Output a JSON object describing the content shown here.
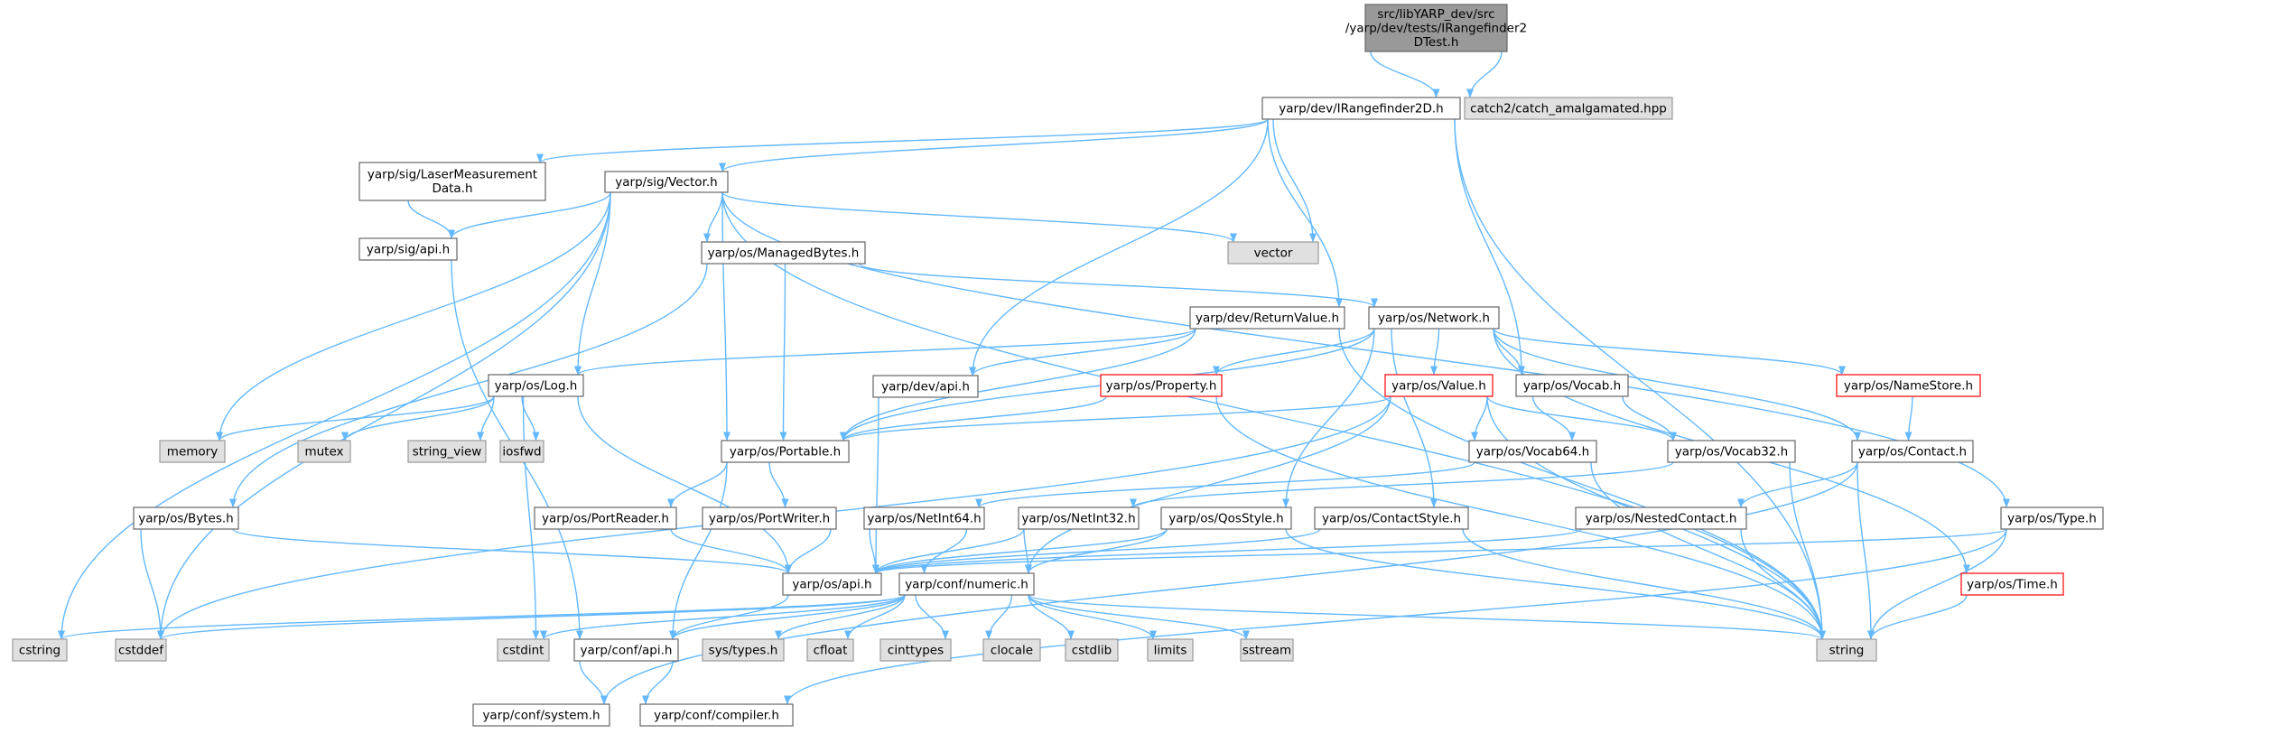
{
  "title": "src/libYARP_dev/src/yarp/dev/tests/IRangefinder2DTest.h",
  "colors": {
    "edge": "#63b8ff",
    "root_fill": "#999999",
    "root_stroke": "#666666",
    "node_fill": "#ffffff",
    "node_stroke": "#666666",
    "truncated_stroke": "#ff0000",
    "external_fill": "#e0e0e0",
    "external_stroke": "#999999"
  },
  "nodes": [
    {
      "id": "root",
      "lines": [
        "src/libYARP_dev/src",
        "/yarp/dev/tests/IRangefinder2",
        "DTest.h"
      ],
      "kind": "root"
    },
    {
      "id": "irf",
      "lines": [
        "yarp/dev/IRangefinder2D.h"
      ],
      "kind": "normal"
    },
    {
      "id": "catch",
      "lines": [
        "catch2/catch_amalgamated.hpp"
      ],
      "kind": "external"
    },
    {
      "id": "laser",
      "lines": [
        "yarp/sig/LaserMeasurement",
        "Data.h"
      ],
      "kind": "normal"
    },
    {
      "id": "vec",
      "lines": [
        "yarp/sig/Vector.h"
      ],
      "kind": "normal"
    },
    {
      "id": "vector",
      "lines": [
        "vector"
      ],
      "kind": "external"
    },
    {
      "id": "sigapi",
      "lines": [
        "yarp/sig/api.h"
      ],
      "kind": "normal"
    },
    {
      "id": "mbytes",
      "lines": [
        "yarp/os/ManagedBytes.h"
      ],
      "kind": "normal"
    },
    {
      "id": "retval",
      "lines": [
        "yarp/dev/ReturnValue.h"
      ],
      "kind": "normal"
    },
    {
      "id": "network",
      "lines": [
        "yarp/os/Network.h"
      ],
      "kind": "normal"
    },
    {
      "id": "log",
      "lines": [
        "yarp/os/Log.h"
      ],
      "kind": "normal"
    },
    {
      "id": "devapi",
      "lines": [
        "yarp/dev/api.h"
      ],
      "kind": "normal"
    },
    {
      "id": "property",
      "lines": [
        "yarp/os/Property.h"
      ],
      "kind": "truncated"
    },
    {
      "id": "value",
      "lines": [
        "yarp/os/Value.h"
      ],
      "kind": "truncated"
    },
    {
      "id": "vocab",
      "lines": [
        "yarp/os/Vocab.h"
      ],
      "kind": "normal"
    },
    {
      "id": "namestore",
      "lines": [
        "yarp/os/NameStore.h"
      ],
      "kind": "truncated"
    },
    {
      "id": "memory",
      "lines": [
        "memory"
      ],
      "kind": "external"
    },
    {
      "id": "mutex",
      "lines": [
        "mutex"
      ],
      "kind": "external"
    },
    {
      "id": "strview",
      "lines": [
        "string_view"
      ],
      "kind": "external"
    },
    {
      "id": "iosfwd",
      "lines": [
        "iosfwd"
      ],
      "kind": "external"
    },
    {
      "id": "portable",
      "lines": [
        "yarp/os/Portable.h"
      ],
      "kind": "normal"
    },
    {
      "id": "vocab64",
      "lines": [
        "yarp/os/Vocab64.h"
      ],
      "kind": "normal"
    },
    {
      "id": "vocab32",
      "lines": [
        "yarp/os/Vocab32.h"
      ],
      "kind": "normal"
    },
    {
      "id": "contact",
      "lines": [
        "yarp/os/Contact.h"
      ],
      "kind": "normal"
    },
    {
      "id": "bytes",
      "lines": [
        "yarp/os/Bytes.h"
      ],
      "kind": "normal"
    },
    {
      "id": "preader",
      "lines": [
        "yarp/os/PortReader.h"
      ],
      "kind": "normal"
    },
    {
      "id": "pwriter",
      "lines": [
        "yarp/os/PortWriter.h"
      ],
      "kind": "normal"
    },
    {
      "id": "ni64",
      "lines": [
        "yarp/os/NetInt64.h"
      ],
      "kind": "normal"
    },
    {
      "id": "ni32",
      "lines": [
        "yarp/os/NetInt32.h"
      ],
      "kind": "normal"
    },
    {
      "id": "qos",
      "lines": [
        "yarp/os/QosStyle.h"
      ],
      "kind": "normal"
    },
    {
      "id": "cstyle",
      "lines": [
        "yarp/os/ContactStyle.h"
      ],
      "kind": "normal"
    },
    {
      "id": "ncontact",
      "lines": [
        "yarp/os/NestedContact.h"
      ],
      "kind": "normal"
    },
    {
      "id": "type",
      "lines": [
        "yarp/os/Type.h"
      ],
      "kind": "normal"
    },
    {
      "id": "osapi",
      "lines": [
        "yarp/os/api.h"
      ],
      "kind": "normal"
    },
    {
      "id": "numeric",
      "lines": [
        "yarp/conf/numeric.h"
      ],
      "kind": "normal"
    },
    {
      "id": "time",
      "lines": [
        "yarp/os/Time.h"
      ],
      "kind": "truncated"
    },
    {
      "id": "cstring",
      "lines": [
        "cstring"
      ],
      "kind": "external"
    },
    {
      "id": "cstddef",
      "lines": [
        "cstddef"
      ],
      "kind": "external"
    },
    {
      "id": "cstdint",
      "lines": [
        "cstdint"
      ],
      "kind": "external"
    },
    {
      "id": "confapi",
      "lines": [
        "yarp/conf/api.h"
      ],
      "kind": "normal"
    },
    {
      "id": "systypes",
      "lines": [
        "sys/types.h"
      ],
      "kind": "external"
    },
    {
      "id": "cfloat",
      "lines": [
        "cfloat"
      ],
      "kind": "external"
    },
    {
      "id": "cinttypes",
      "lines": [
        "cinttypes"
      ],
      "kind": "external"
    },
    {
      "id": "clocale",
      "lines": [
        "clocale"
      ],
      "kind": "external"
    },
    {
      "id": "cstdlib",
      "lines": [
        "cstdlib"
      ],
      "kind": "external"
    },
    {
      "id": "limits",
      "lines": [
        "limits"
      ],
      "kind": "external"
    },
    {
      "id": "sstream",
      "lines": [
        "sstream"
      ],
      "kind": "external"
    },
    {
      "id": "string",
      "lines": [
        "string"
      ],
      "kind": "external"
    },
    {
      "id": "system",
      "lines": [
        "yarp/conf/system.h"
      ],
      "kind": "normal"
    },
    {
      "id": "compiler",
      "lines": [
        "yarp/conf/compiler.h"
      ],
      "kind": "normal"
    }
  ],
  "edges": [
    [
      "root",
      "irf"
    ],
    [
      "root",
      "catch"
    ],
    [
      "irf",
      "laser"
    ],
    [
      "irf",
      "vec"
    ],
    [
      "irf",
      "vector"
    ],
    [
      "irf",
      "retval"
    ],
    [
      "irf",
      "vocab"
    ],
    [
      "irf",
      "devapi"
    ],
    [
      "irf",
      "string"
    ],
    [
      "laser",
      "sigapi"
    ],
    [
      "vec",
      "cstring"
    ],
    [
      "vec",
      "cstddef"
    ],
    [
      "vec",
      "vector"
    ],
    [
      "vec",
      "sigapi"
    ],
    [
      "vec",
      "mbytes"
    ],
    [
      "vec",
      "log"
    ],
    [
      "vec",
      "memory"
    ],
    [
      "vec",
      "portable"
    ],
    [
      "vec",
      "type"
    ],
    [
      "vec",
      "string"
    ],
    [
      "sigapi",
      "confapi"
    ],
    [
      "mbytes",
      "bytes"
    ],
    [
      "mbytes",
      "portable"
    ],
    [
      "mbytes",
      "network"
    ],
    [
      "retval",
      "log"
    ],
    [
      "retval",
      "devapi"
    ],
    [
      "retval",
      "portable"
    ],
    [
      "retval",
      "string"
    ],
    [
      "network",
      "property"
    ],
    [
      "network",
      "value"
    ],
    [
      "network",
      "vocab"
    ],
    [
      "network",
      "namestore"
    ],
    [
      "network",
      "contact"
    ],
    [
      "network",
      "portable"
    ],
    [
      "network",
      "qos"
    ],
    [
      "network",
      "cstyle"
    ],
    [
      "network",
      "time"
    ],
    [
      "log",
      "memory"
    ],
    [
      "log",
      "mutex"
    ],
    [
      "log",
      "strview"
    ],
    [
      "log",
      "iosfwd"
    ],
    [
      "log",
      "osapi"
    ],
    [
      "log",
      "cstdint"
    ],
    [
      "devapi",
      "osapi"
    ],
    [
      "property",
      "portable"
    ],
    [
      "property",
      "string"
    ],
    [
      "value",
      "portable"
    ],
    [
      "value",
      "vocab64"
    ],
    [
      "value",
      "vocab32"
    ],
    [
      "value",
      "numeric"
    ],
    [
      "value",
      "string"
    ],
    [
      "value",
      "cstddef"
    ],
    [
      "vocab",
      "vocab64"
    ],
    [
      "vocab",
      "vocab32"
    ],
    [
      "namestore",
      "contact"
    ],
    [
      "portable",
      "preader"
    ],
    [
      "portable",
      "pwriter"
    ],
    [
      "portable",
      "confapi"
    ],
    [
      "vocab64",
      "ni64"
    ],
    [
      "vocab64",
      "string"
    ],
    [
      "vocab32",
      "ni32"
    ],
    [
      "vocab32",
      "string"
    ],
    [
      "contact",
      "ncontact"
    ],
    [
      "contact",
      "string"
    ],
    [
      "contact",
      "system"
    ],
    [
      "bytes",
      "cstddef"
    ],
    [
      "bytes",
      "osapi"
    ],
    [
      "preader",
      "osapi"
    ],
    [
      "pwriter",
      "osapi"
    ],
    [
      "ni64",
      "osapi"
    ],
    [
      "ni64",
      "numeric"
    ],
    [
      "ni32",
      "osapi"
    ],
    [
      "ni32",
      "numeric"
    ],
    [
      "qos",
      "osapi"
    ],
    [
      "qos",
      "numeric"
    ],
    [
      "qos",
      "string"
    ],
    [
      "cstyle",
      "osapi"
    ],
    [
      "cstyle",
      "string"
    ],
    [
      "ncontact",
      "osapi"
    ],
    [
      "ncontact",
      "string"
    ],
    [
      "type",
      "osapi"
    ],
    [
      "type",
      "string"
    ],
    [
      "type",
      "compiler"
    ],
    [
      "osapi",
      "confapi"
    ],
    [
      "numeric",
      "cstring"
    ],
    [
      "numeric",
      "cstddef"
    ],
    [
      "numeric",
      "cstdint"
    ],
    [
      "numeric",
      "confapi"
    ],
    [
      "numeric",
      "systypes"
    ],
    [
      "numeric",
      "cfloat"
    ],
    [
      "numeric",
      "cinttypes"
    ],
    [
      "numeric",
      "clocale"
    ],
    [
      "numeric",
      "cstdlib"
    ],
    [
      "numeric",
      "limits"
    ],
    [
      "numeric",
      "sstream"
    ],
    [
      "numeric",
      "string"
    ],
    [
      "time",
      "string"
    ],
    [
      "confapi",
      "system"
    ],
    [
      "confapi",
      "compiler"
    ]
  ]
}
